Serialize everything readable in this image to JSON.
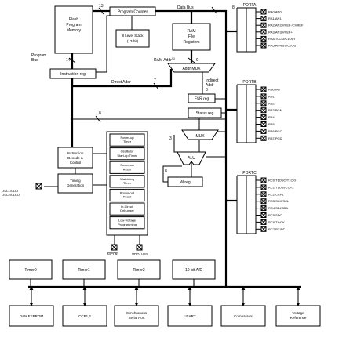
{
  "core": {
    "flash": [
      "Flash",
      "Program",
      "Memory"
    ],
    "program_counter": "Program Counter",
    "stack": [
      "8 Level Stack",
      "(13-bit)"
    ],
    "ram": [
      "RAM",
      "File",
      "Registers"
    ],
    "instruction_reg": "Instruction reg",
    "addr_mux": "Addr MUX",
    "fsr_reg": "FSR reg",
    "status_reg": "Status reg",
    "mux": "MUX",
    "alu": "ALU",
    "w_reg": "W reg",
    "instruction_decode": [
      "Instruction",
      "Decode &",
      "Control"
    ],
    "timing_generation": [
      "Timing",
      "Generation"
    ]
  },
  "timer_blocks": [
    [
      "Power-up",
      "Timer"
    ],
    [
      "Oscillator",
      "Start-up Timer"
    ],
    [
      "Power-on",
      "Reset"
    ],
    [
      "Watchdog",
      "Timer"
    ],
    [
      "Brown-out",
      "Reset"
    ],
    [
      "In-Circuit",
      "Debugger"
    ],
    [
      "Low-Voltage",
      "Programming"
    ]
  ],
  "labels": {
    "data_bus": "Data Bus",
    "program_bus": [
      "Program",
      "Bus"
    ],
    "ram_addr": "RAM Addr",
    "ram_addr_sup": "(1)",
    "direct_addr": "Direct Addr",
    "indirect_addr": [
      "Indirect",
      "Addr"
    ],
    "osc": [
      "OSC1/CLKI",
      "OSC2/CLKO"
    ],
    "mclr": "MCLR",
    "vdd_vss": "VDD, VSS"
  },
  "bus_widths": {
    "pc": "13",
    "data_bus": "8",
    "program_bus": "14",
    "ram_addr": "9",
    "direct_addr": "7",
    "indirect_addr": "8",
    "decode": "8",
    "alu_a": "3",
    "alu_b": "8"
  },
  "ports": {
    "porta": {
      "name": "PORTA",
      "pins": [
        "RA0/AN0",
        "RA1/AN1",
        "RA2/AN2/VREF-/CVREF",
        "RA3/AN3/VREF+",
        "RA4/T0CKI/C1OUT",
        "RA5/AN4/SS/C2OUT"
      ]
    },
    "portb": {
      "name": "PORTB",
      "pins": [
        "RB0/INT",
        "RB1",
        "RB2",
        "RB3/PGM",
        "RB4",
        "RB5",
        "RB6/PGC",
        "RB7/PGD"
      ]
    },
    "portc": {
      "name": "PORTC",
      "pins": [
        "RC0/T1OSO/T1CKI",
        "RC1/T1OSI/CCP2",
        "RC2/CCP1",
        "RC3/SCK/SCL",
        "RC4/SDI/SDA",
        "RC5/SDO",
        "RC6/TX/CK",
        "RC7/RX/DT"
      ]
    }
  },
  "peripherals_top": [
    "Timer0",
    "Timer1",
    "Timer2",
    "10-bit A/D"
  ],
  "peripherals_bottom": [
    [
      "Data EEPROM"
    ],
    [
      "CCP1,2"
    ],
    [
      "Synchronous",
      "Serial Port"
    ],
    [
      "USART"
    ],
    [
      "Comparator"
    ],
    [
      "Voltage",
      "Reference"
    ]
  ]
}
